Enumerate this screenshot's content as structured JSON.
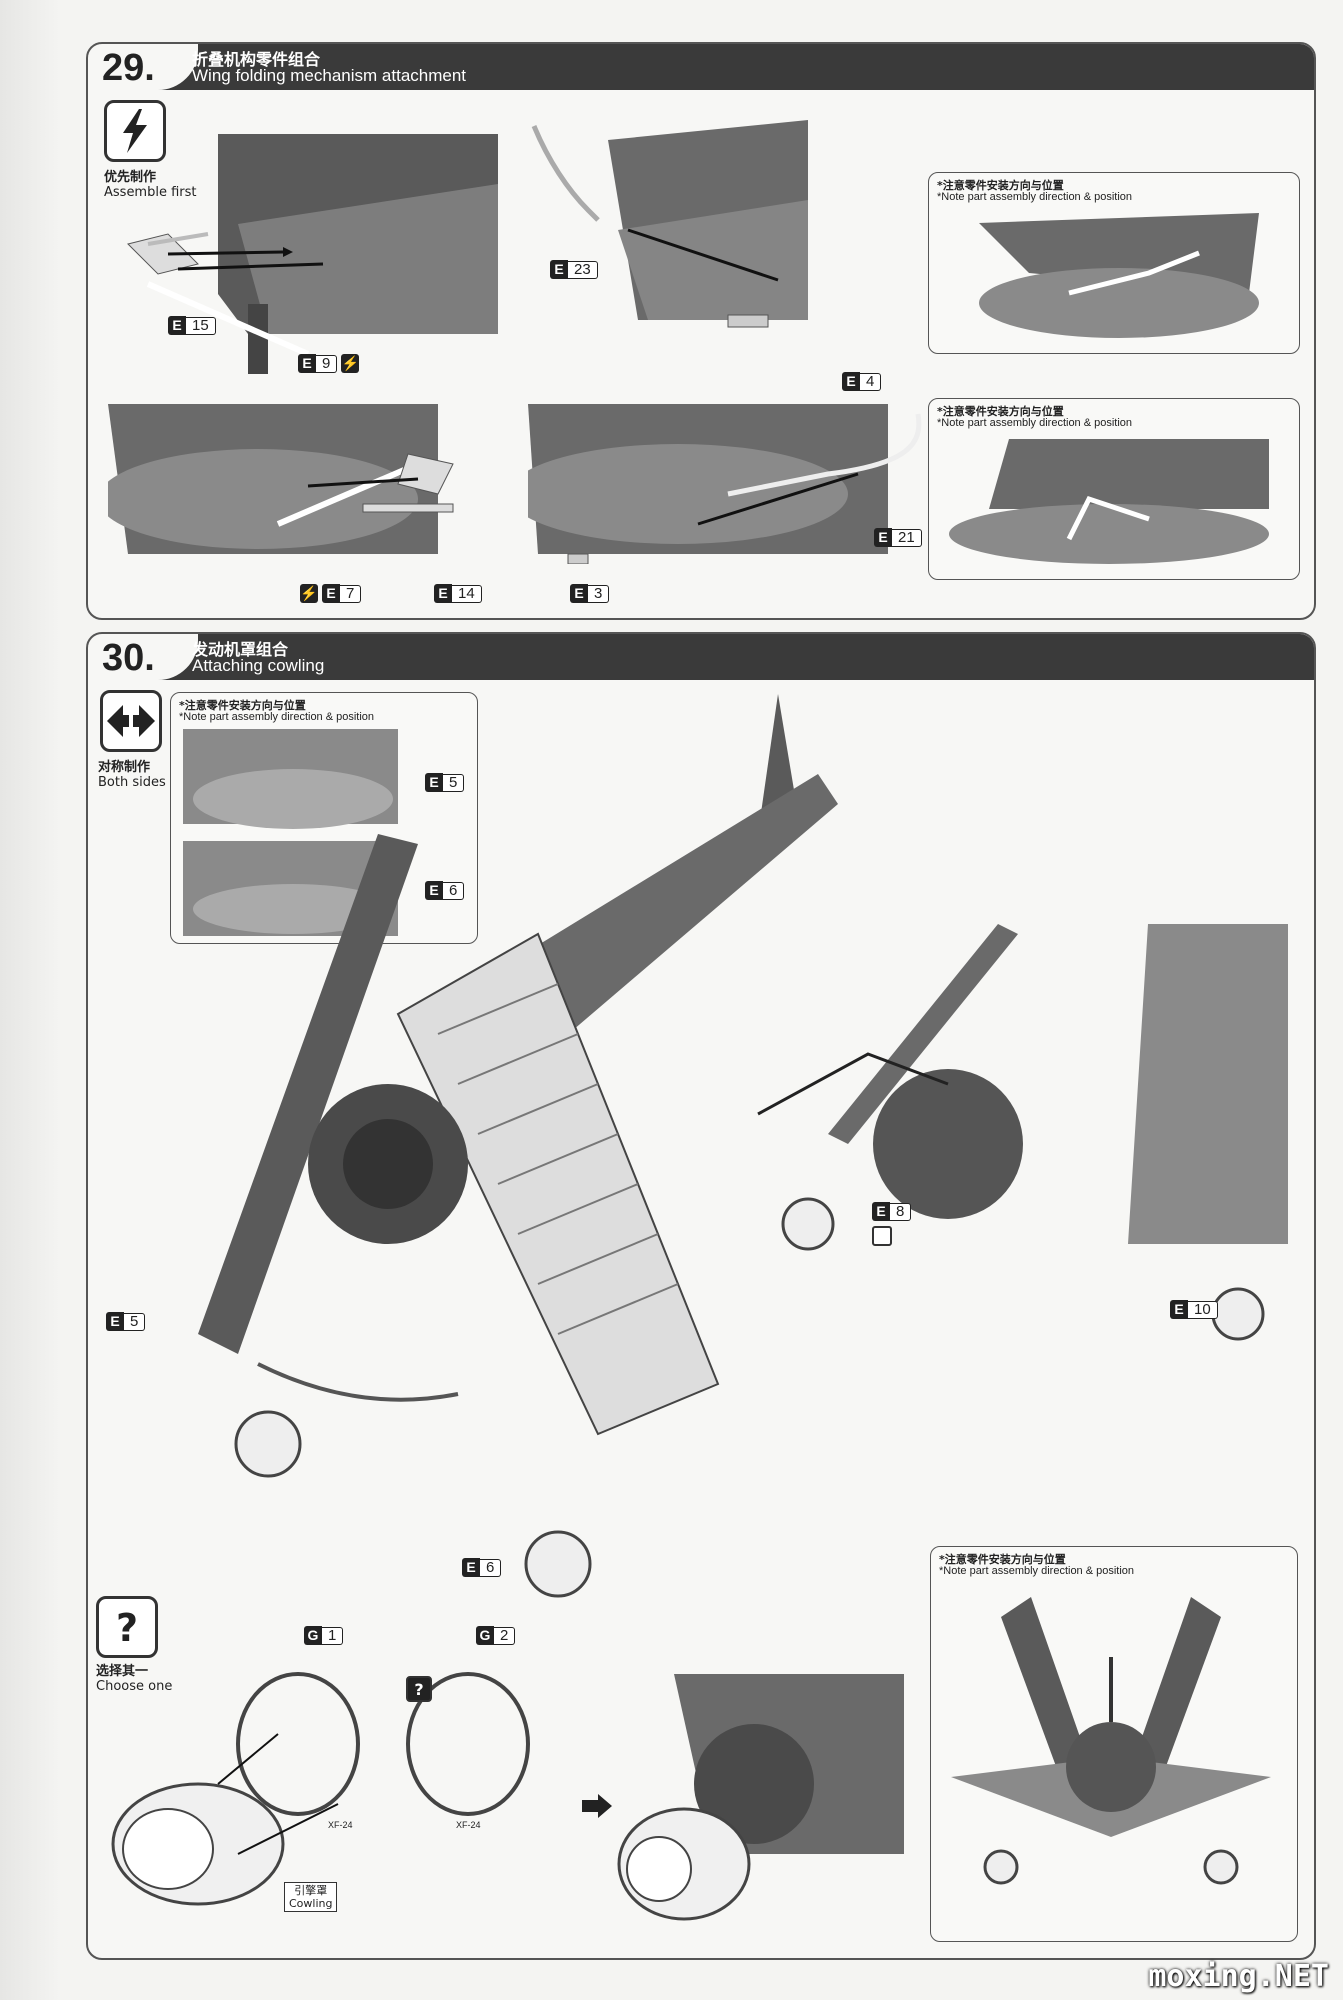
{
  "step29": {
    "number": "29.",
    "title_zh": "折叠机构零件组合",
    "title_en": "Wing folding mechanism attachment",
    "assemble_first": {
      "zh": "优先制作",
      "en": "Assemble first",
      "icon": "lightning-icon"
    },
    "parts": {
      "e15": {
        "letter": "E",
        "num": "15"
      },
      "e9": {
        "letter": "E",
        "num": "9"
      },
      "e23": {
        "letter": "E",
        "num": "23"
      },
      "e4": {
        "letter": "E",
        "num": "4"
      },
      "e7": {
        "letter": "E",
        "num": "7"
      },
      "e14": {
        "letter": "E",
        "num": "14"
      },
      "e3": {
        "letter": "E",
        "num": "3"
      },
      "e21": {
        "letter": "E",
        "num": "21"
      }
    },
    "note1": {
      "zh": "*注意零件安装方向与位置",
      "en": "*Note part assembly direction & position"
    },
    "note2": {
      "zh": "*注意零件安装方向与位置",
      "en": "*Note part assembly direction & position"
    }
  },
  "step30": {
    "number": "30.",
    "title_zh": "发动机罩组合",
    "title_en": "Attaching cowling",
    "both_sides": {
      "zh": "对称制作",
      "en": "Both sides",
      "icon": "symmetry-arrows-icon"
    },
    "note_top": {
      "zh": "*注意零件安装方向与位置",
      "en": "*Note part assembly direction & position"
    },
    "note_bottom": {
      "zh": "*注意零件安装方向与位置",
      "en": "*Note part assembly direction & position"
    },
    "choose_one": {
      "zh": "选择其一",
      "en": "Choose one",
      "icon": "question-mark-icon"
    },
    "parts": {
      "e5a": {
        "letter": "E",
        "num": "5"
      },
      "e6a": {
        "letter": "E",
        "num": "6"
      },
      "e5b": {
        "letter": "E",
        "num": "5"
      },
      "e8": {
        "letter": "E",
        "num": "8"
      },
      "e10": {
        "letter": "E",
        "num": "10"
      },
      "e6b": {
        "letter": "E",
        "num": "6"
      },
      "g1": {
        "letter": "G",
        "num": "1"
      },
      "g2": {
        "letter": "G",
        "num": "2"
      }
    },
    "paint1": "XF-24",
    "paint2": "XF-24",
    "cowling": {
      "zh": "引擎罩",
      "en": "Cowling"
    }
  },
  "watermark": "moxing.NET"
}
